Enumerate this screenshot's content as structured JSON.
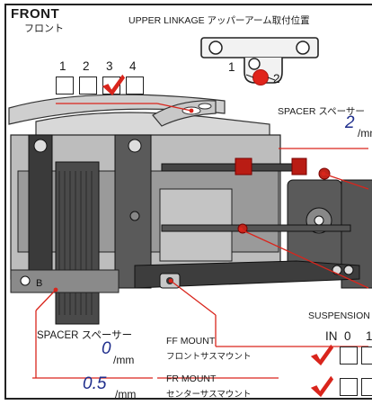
{
  "header": {
    "title": "FRONT",
    "subtitle": "フロント",
    "linkage_label": "UPPER LINKAGE アッパーアーム取付位置",
    "linkage_holes": [
      "1",
      "2"
    ]
  },
  "position_selector": {
    "numbers": [
      "1",
      "2",
      "3",
      "4"
    ],
    "checked": "3"
  },
  "spacer_top": {
    "label": "SPACER スペーサー",
    "value": "2",
    "unit": "/mm"
  },
  "spacer_bottom": {
    "label": "SPACER スペーサー",
    "value_1": "0",
    "unit_1": "/mm",
    "value_2": "0.5",
    "unit_2": "/mm"
  },
  "suspension": {
    "label": "SUSPENSION",
    "in_label": "IN",
    "numbers": [
      "0",
      "1"
    ]
  },
  "mounts": {
    "ff_label": "FF MOUNT",
    "ff_sub": "フロントサスマウント",
    "fr_label": "FR MOUNT",
    "fr_sub": "センターサスマウント"
  },
  "colors": {
    "accent_red": "#d9251c",
    "value_blue": "#1f2e8c",
    "photo_dark": "#2a2a2a"
  }
}
